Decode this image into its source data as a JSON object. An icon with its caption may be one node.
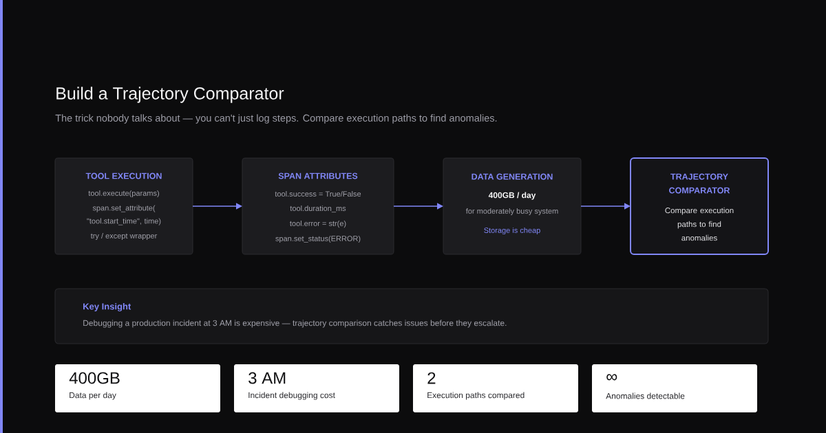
{
  "diagram": {
    "title": "Build a Trajectory Comparator",
    "nodes": [
      {
        "text": [
          "TOOL EXECUTION",
          "tool.execute(params)",
          "span.set_attribute( \"tool.start_time\", time)",
          "try / except wrapper"
        ]
      },
      {
        "text": [
          "SPAN ATTRIBUTES",
          "tool.success = True/False",
          "tool.duration_ms",
          "tool.error = str(e)",
          "span.set_status(ERROR)"
        ]
      },
      {
        "text": [
          "DATA GENERATION",
          "400GB / day",
          "for moderately busy system",
          "Storage is cheap"
        ]
      },
      {
        "text": [
          "TRAJECTORY COMPARATOR",
          "Compare execution paths to find anomalies"
        ]
      },
      {
        "text": [
          "Key Insight",
          "Debugging a production incident at 3 AM is expensive — trajectory comparison catches issues before they escalate."
        ]
      },
      {
        "text": [
          "400GB",
          "Data per day"
        ]
      },
      {
        "text": [
          "3 AM",
          "Incident debugging cost"
        ]
      },
      {
        "text": [
          "2",
          "Execution paths compared"
        ]
      },
      {
        "text": [
          "∞",
          "Anomalies detectable"
        ]
      }
    ],
    "edges": [
      {
        "from": 0,
        "to": 1,
        "arrow": "to"
      },
      {
        "from": 1,
        "to": 2,
        "arrow": "to"
      },
      {
        "from": 2,
        "to": 3,
        "arrow": "to"
      }
    ],
    "labels": [
      "The trick nobody talks about — you can't just log steps. Compare execution paths to find anomalies."
    ]
  }
}
